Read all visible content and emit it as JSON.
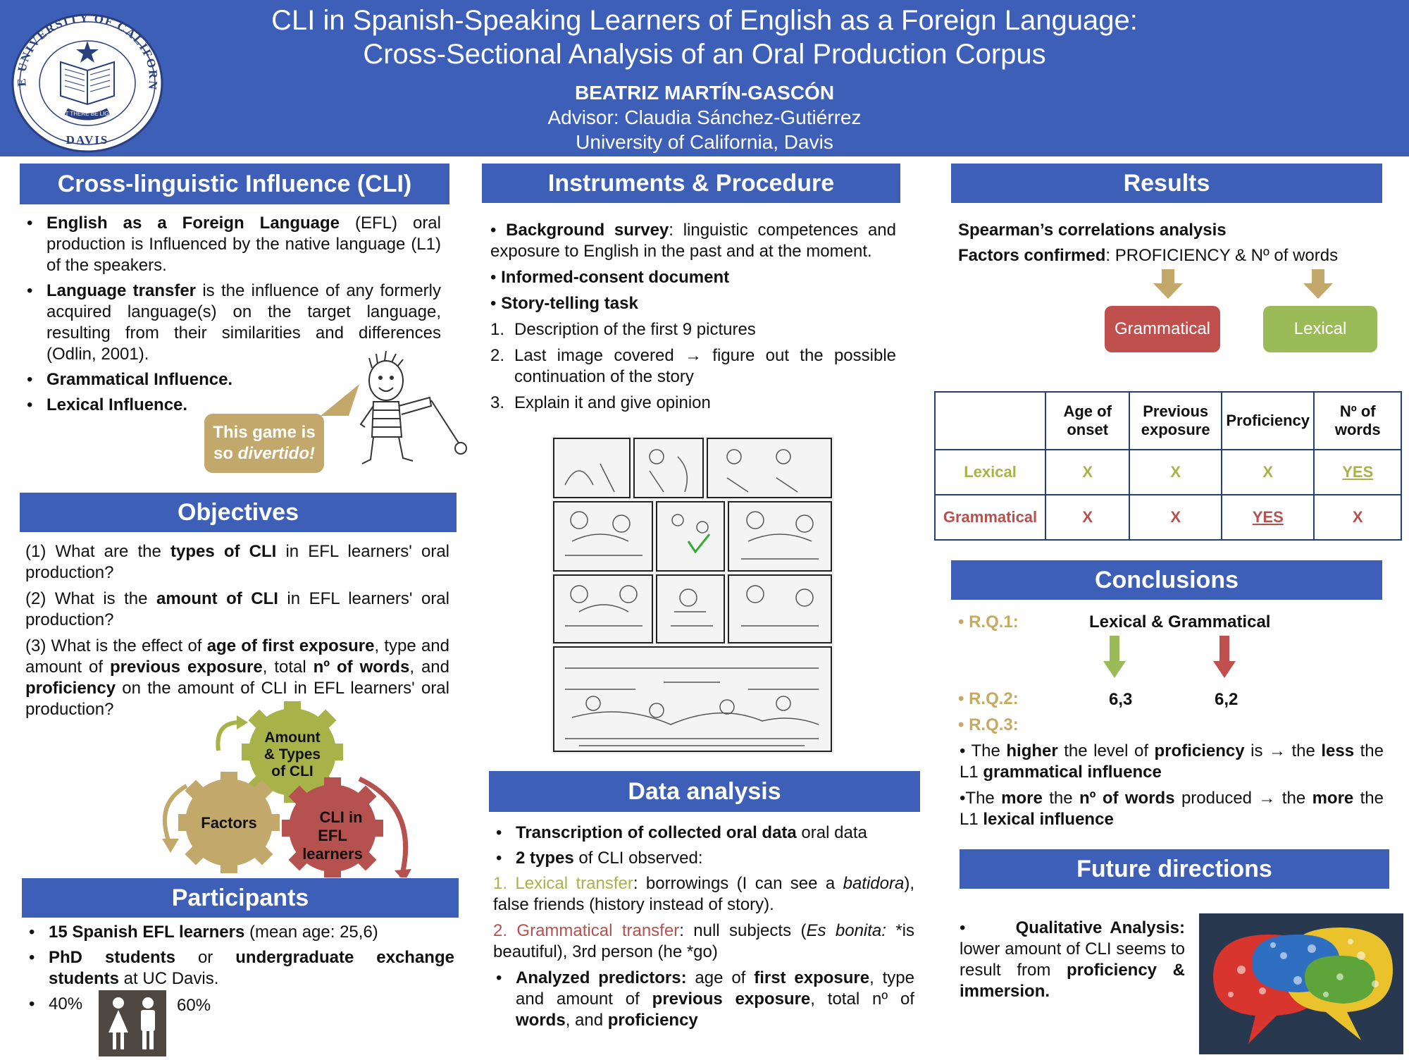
{
  "header": {
    "title_line1": "CLI in Spanish-Speaking Learners of English as a Foreign Language:",
    "title_line2": "Cross-Sectional Analysis of an Oral Production Corpus",
    "author": "BEATRIZ MARTÍN-GASCÓN",
    "advisor": "Advisor: Claudia Sánchez-Gutiérrez",
    "institution": "University of California, Davis",
    "seal": {
      "top": "THE UNIVERSITY OF CALIFORNIA",
      "bottom": "DAVIS",
      "motto": "LET THERE BE LIGHT"
    }
  },
  "cli": {
    "heading": "Cross-linguistic Influence (CLI)",
    "b1_bold": "English as a Foreign Language",
    "b1_rest": " (EFL) oral production is Influenced by the native language (L1) of the speakers.",
    "b2_bold": "Language transfer",
    "b2_rest": " is the influence of any formerly acquired language(s) on the target language, resulting from their similarities and differences (Odlin, 2001).",
    "b3": "Grammatical Influence.",
    "b4": "Lexical Influence.",
    "bubble_line1": "This game is",
    "bubble_line2a": "so ",
    "bubble_line2b": "divertido!"
  },
  "objectives": {
    "heading": "Objectives",
    "q1_a": " (1) What are the ",
    "q1_b": "types of CLI",
    "q1_c": " in EFL learners' oral production?",
    "q2_a": "(2) What is the ",
    "q2_b": "amount of CLI",
    "q2_c": " in EFL learners' oral production?",
    "q3_a": "(3) What is the effect of ",
    "q3_b": "age of first exposure",
    "q3_c": ", type and amount of ",
    "q3_d": "previous exposure",
    "q3_e": ", total ",
    "q3_f": "nº of words",
    "q3_g": ", and ",
    "q3_h": "proficiency",
    "q3_i": " on the amount of CLI in EFL learners' oral production?",
    "gear_top": [
      "Amount",
      "& Types",
      "of CLI"
    ],
    "gear_left": "Factors",
    "gear_right": [
      "CLI in",
      "EFL",
      "learners"
    ]
  },
  "participants": {
    "heading": "Participants",
    "b1_bold": "15 Spanish EFL learners",
    "b1_rest": " (mean age: 25,6)",
    "b2_bold1": "PhD students",
    "b2_mid": " or ",
    "b2_bold2": "undergraduate exchange students",
    "b2_rest": " at UC Davis.",
    "female_pct": "40%",
    "male_pct": "60%"
  },
  "instruments": {
    "heading": "Instruments & Procedure",
    "b1_bold": "Background survey",
    "b1_rest": ": linguistic competences and exposure to English in the past and at the moment.",
    "b2": "Informed-consent  document",
    "b3": "Story-telling task",
    "s1_num": "1.",
    "s1": "Description of the first 9 pictures",
    "s2_num": "2.",
    "s2": "Last image covered → figure out the possible continuation of the story",
    "s3_num": "3.",
    "s3": " Explain it and give opinion"
  },
  "data_analysis": {
    "heading": "Data analysis",
    "b1_bold": "Transcription of collected oral data",
    "b1_rest": " oral data",
    "b2_bold": "2 types",
    "b2_rest": " of CLI observed:",
    "n1_label": "1. Lexical transfer",
    "n1_a": ": borrowings (I can see a ",
    "n1_b": "batidora",
    "n1_c": "), false friends (history instead of story).",
    "n2_label": "2. Grammatical transfer",
    "n2_a": ": null subjects (",
    "n2_b": "Es bonita:",
    "n2_c": " *is beautiful), 3rd person (he *go)",
    "b3_bold": "Analyzed predictors:",
    "b3_a": " age of ",
    "b3_b": "first exposure",
    "b3_c": ", type and amount of ",
    "b3_d": "previous exposure",
    "b3_e": ", total nº of ",
    "b3_f": "words",
    "b3_g": ", and ",
    "b3_h": "proficiency"
  },
  "results": {
    "heading": "Results",
    "line1": "Spearman’s correlations analysis",
    "line2_bold": "Factors confirmed",
    "line2_rest": ": PROFICIENCY & Nº of words",
    "pill_gram": "Grammatical",
    "pill_lex": "Lexical",
    "table": {
      "headers": [
        "",
        "Age of onset",
        "Previous exposure",
        "Proficiency",
        "Nº of words"
      ],
      "rows": [
        {
          "label": "Lexical",
          "cells": [
            "X",
            "X",
            "X",
            "YES"
          ]
        },
        {
          "label": "Grammatical",
          "cells": [
            "X",
            "X",
            "YES",
            "X"
          ]
        }
      ]
    }
  },
  "conclusions": {
    "heading": "Conclusions",
    "rq1": "• R.Q.1:",
    "rq1_text": "Lexical & Grammatical",
    "rq2": "• R.Q.2:",
    "rq2_lex": "6,3",
    "rq2_gram": "6,2",
    "rq3": "• R.Q.3:",
    "c1_a": "• The ",
    "c1_b": "higher",
    "c1_c": " the level of ",
    "c1_d": "proficiency",
    "c1_e": " is → the ",
    "c1_f": "less",
    "c1_g": " the L1 ",
    "c1_h": "grammatical influence",
    "c2_a": "•The ",
    "c2_b": "more",
    "c2_c": " the ",
    "c2_d": "nº of words",
    "c2_e": " produced → the ",
    "c2_f": "more",
    "c2_g": " the L1 ",
    "c2_h": "lexical influence"
  },
  "future": {
    "heading": "Future directions",
    "bullet": "•",
    "bold1": "Qualitative Analysis:",
    "text": " lower amount of CLI seems to result from ",
    "bold2": "proficiency & immersion."
  },
  "colors": {
    "header_blue": "#3d5fb8",
    "olive": "#a7b349",
    "red": "#b5514e",
    "gold": "#c2a86a",
    "navy": "#253f7a"
  }
}
